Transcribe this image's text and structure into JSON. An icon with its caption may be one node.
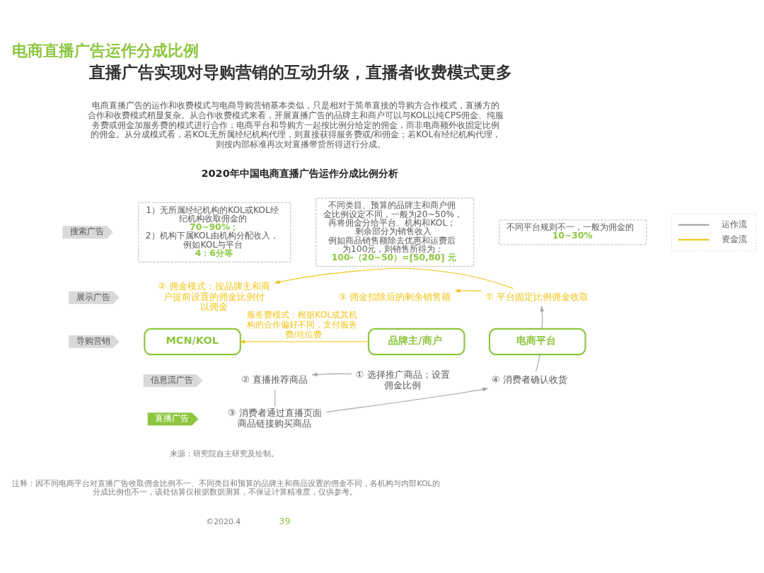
{
  "diagram": {
    "title": "电商直播广告运作分成比例",
    "nodes": [
      {
        "text": [
          "搜索广告"
        ]
      },
      {
        "text": [
          "展示广告"
        ]
      },
      {
        "text": [
          "导购营销"
        ]
      },
      {
        "text": [
          "信息流广告"
        ]
      },
      {
        "text": [
          "直播广告"
        ]
      },
      {
        "text": [
          "1）无所属经纪机构的KOL或KOL经纪机构收取佣金的",
          "70~90%；",
          "2）机构下属KOL由机构分配收入，例如KOL与平台",
          "4：6分等"
        ]
      },
      {
        "text": [
          "不同类目、预算的品牌主和商户佣金比例设定不同，一般为20~50%，再将佣金分给平台、机构和KOL；剩余部分为销售收入",
          "例如商品销售额除去优惠和运费后为100元，则销售所得为：",
          "100-（20~50）=[50,80] 元"
        ]
      },
      {
        "text": [
          "不同平台规则不一，一般为佣金的",
          "10~30%"
        ]
      },
      {
        "text": [
          "佣金模式：按品牌主和商户提前设置的佣金比例付以佣金"
        ],
        "beside": [
          "②"
        ]
      },
      {
        "text": [
          "佣金扣除后的剩余销售额"
        ],
        "beside": [
          "③"
        ]
      },
      {
        "text": [
          "平台固定比例佣金收取"
        ],
        "beside": [
          "①"
        ]
      },
      {
        "text": [
          "MCN/KOL"
        ]
      },
      {
        "text": [
          "品牌主/商户"
        ]
      },
      {
        "text": [
          "电商平台"
        ]
      },
      {
        "text": [
          "直播推荐商品"
        ],
        "beside": [
          "②"
        ]
      },
      {
        "text": [
          "选择推广商品；设置佣金比例"
        ],
        "beside": [
          "①"
        ]
      },
      {
        "text": [
          "消费者确认收货"
        ],
        "beside": [
          "④"
        ]
      },
      {
        "text": [
          "消费者通过直播页面商品链接购买商品"
        ],
        "beside": [
          "③"
        ]
      }
    ],
    "edges": [
      {
        "from": 10,
        "to": 9,
        "arrow": "to",
        "color": "#f0c419"
      },
      {
        "from": 10,
        "to": 8,
        "arrow": "to",
        "color": "#f0c419"
      },
      {
        "from": 12,
        "to": 11,
        "arrow": "to",
        "label": "服务费模式：根据KOL或其机构的合作偏好不同，支付服务费/坑位费",
        "color": "#f0c419"
      },
      {
        "from": 13,
        "to": 10,
        "arrow": "to"
      },
      {
        "from": 16,
        "to": 13,
        "arrow": "none"
      },
      {
        "from": 15,
        "to": 14,
        "arrow": "to"
      },
      {
        "from": 14,
        "to": 17,
        "arrow": "none"
      },
      {
        "from": 17,
        "to": 16,
        "arrow": "to"
      }
    ],
    "labels": [
      "直播广告实现对导购营销的互动升级，直播者收费模式更多",
      "电商直播广告的运作和收费模式与电商导购营销基本类似，只是相对于简单直接的导购方合作模式，直播方的合作和收费模式稍显复杂。从合作收费模式来看，开展直播广告的品牌主和商户可以与KOL以纯CPS佣金、纯服务费或佣金加服务费的模式进行合作；电商平台和导购方一起按比例分给定的佣金，而非电商额外收固定比例的佣金。从分成模式看，若KOL无所属经纪机构代理，则直接获得服务费或/和佣金；若KOL有经纪机构代理，则按内部标准再次对直播带货所得进行分成。",
      "2020年中国电商直播广告运作分成比例分析",
      "来源：研究院自主研究及绘制。",
      "注释：因不同电商平台对直播广告收取佣金比例不一、不同类目和预算的品牌主和商品设置的佣金不同，各机构与内部KOL的分成比例也不一，该处估算仅根据数据测算，不保证计算精准度，仅供参考。",
      "©2020.4",
      "39"
    ],
    "legend": [
      {
        "text": "运作流"
      },
      {
        "text": "资金流"
      }
    ]
  }
}
